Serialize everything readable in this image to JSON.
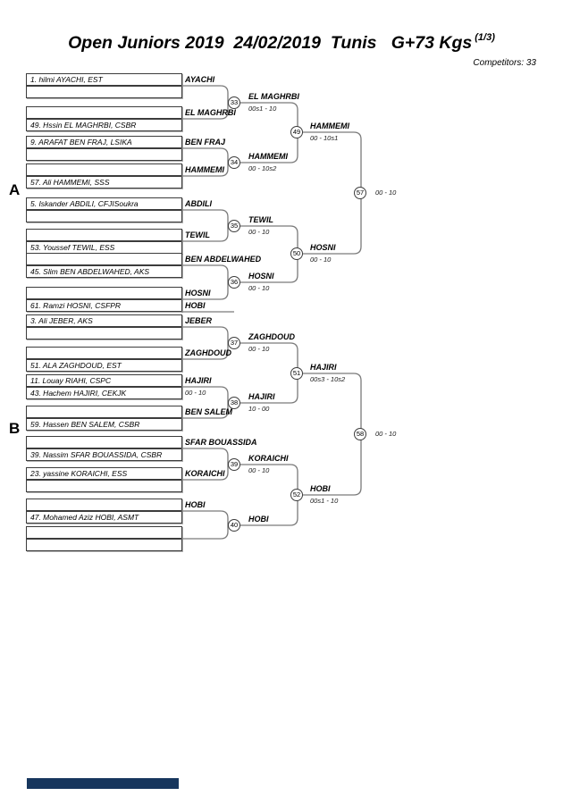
{
  "header": {
    "title": "Open Juniors 2019  24/02/2019  Tunis   G+73 Kgs",
    "page": "(1/3)",
    "competitors": "Competitors: 33"
  },
  "pool_labels": {
    "a": "A",
    "b": "B"
  },
  "entries": [
    "1. hilmi AYACHI, EST",
    "",
    "",
    "49. Hssin EL MAGHRBI, CSBR",
    "9. ARAFAT BEN FRAJ, LSIKA",
    "",
    "",
    "57. Ali HAMMEMI, SSS",
    "5. Iskander ABDILI, CFJISoukra",
    "",
    "",
    "53. Youssef TEWIL, ESS",
    "",
    "45. Slim BEN ABDELWAHED, AKS",
    "",
    "61. Ramzi HOSNI, CSFPR",
    "3. Ali JEBER, AKS",
    "",
    "",
    "51. ALA ZAGHDOUD, EST",
    "11. Louay RIAHI, CSPC",
    "43. Hachem HAJIRI, CEKJK",
    "",
    "59. Hassen BEN SALEM, CSBR",
    "",
    "39. Nassim SFAR BOUASSIDA, CSBR",
    "23. yassine KORAICHI, ESS",
    "",
    "",
    "47. Mohamed Aziz HOBI, ASMT",
    "",
    ""
  ],
  "round1": [
    {
      "name": "AYACHI"
    },
    {
      "name": "EL MAGHRBI"
    },
    {
      "name": "BEN FRAJ"
    },
    {
      "name": "HAMMEMI"
    },
    {
      "name": "ABDILI"
    },
    {
      "name": "TEWIL"
    },
    {
      "name": "BEN ABDELWAHED"
    },
    {
      "name": "HOSNI"
    },
    {
      "name": "JEBER"
    },
    {
      "name": "ZAGHDOUD"
    },
    {
      "name": "HAJIRI",
      "score": "00 - 10"
    },
    {
      "name": "BEN SALEM"
    },
    {
      "name": "SFAR BOUASSIDA"
    },
    {
      "name": "KORAICHI"
    },
    {
      "name": "HOBI"
    }
  ],
  "repechage": {
    "name": "HOBI"
  },
  "matches": {
    "33": {
      "number": "33",
      "winner": "EL MAGHRBI",
      "score": "00s1 - 10"
    },
    "34": {
      "number": "34",
      "winner": "HAMMEMI",
      "score": "00 - 10s2"
    },
    "35": {
      "number": "35",
      "winner": "TEWIL",
      "score": "00 - 10"
    },
    "36": {
      "number": "36",
      "winner": "HOSNI",
      "score": "00 - 10"
    },
    "37": {
      "number": "37",
      "winner": "ZAGHDOUD",
      "score": "00 - 10"
    },
    "38": {
      "number": "38",
      "winner": "HAJIRI",
      "score": "10 - 00"
    },
    "39": {
      "number": "39",
      "winner": "KORAICHI",
      "score": "00 - 10"
    },
    "40": {
      "number": "40",
      "winner": "HOBI"
    },
    "49": {
      "number": "49",
      "winner": "HAMMEMI",
      "score": "00 - 10s1"
    },
    "50": {
      "number": "50",
      "winner": "HOSNI",
      "score": "00 - 10"
    },
    "51": {
      "number": "51",
      "winner": "HAJIRI",
      "score": "00s3 - 10s2"
    },
    "52": {
      "number": "52",
      "winner": "HOBI",
      "score": "00s1 - 10"
    },
    "57": {
      "number": "57",
      "score": "00 - 10"
    },
    "58": {
      "number": "58",
      "score": "00 - 10"
    }
  },
  "colors": {
    "highlight": "#17365d",
    "line": "#7a7a7a"
  }
}
